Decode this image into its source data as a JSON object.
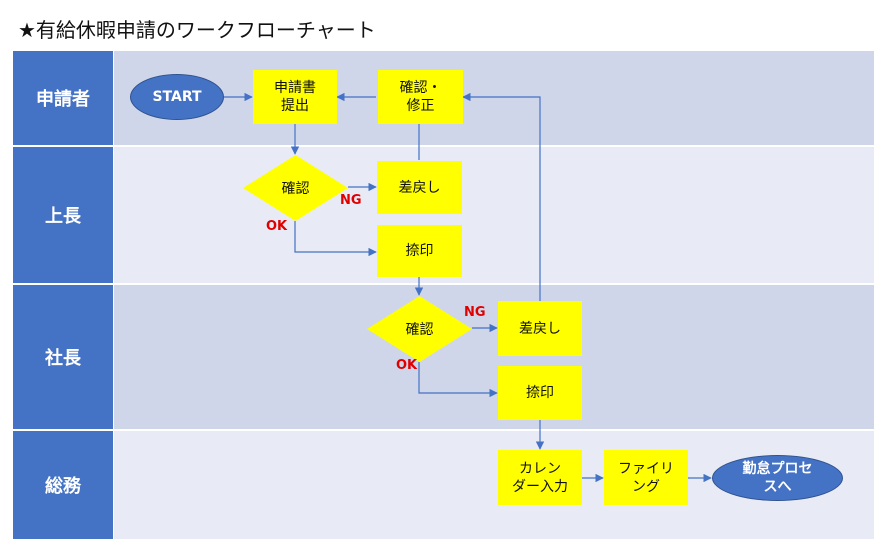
{
  "title": "★有給休暇申請のワークフローチャート",
  "lanes": {
    "applicant": "申請者",
    "supervisor": "上長",
    "president": "社長",
    "general_affairs": "総務"
  },
  "nodes": {
    "start": "START",
    "submit": "申請書\n提出",
    "fix": "確認・\n修正",
    "check1": "確認",
    "return1": "差戻し",
    "stamp1": "捺印",
    "check2": "確認",
    "return2": "差戻し",
    "stamp2": "捺印",
    "calendar": "カレン\nダー入力",
    "filing": "ファイリ\nング",
    "attendance": "勤怠プロセ\nスへ"
  },
  "labels": {
    "ng1": "NG",
    "ok1": "OK",
    "ng2": "NG",
    "ok2": "OK"
  },
  "colors": {
    "lane_header": "#4472c4",
    "lane_dark": "#d0d6ea",
    "lane_light": "#e8ebf5",
    "process_box": "#ffff00",
    "terminal": "#4472c4",
    "arrow": "#4472c4",
    "tag": "#e00000"
  }
}
